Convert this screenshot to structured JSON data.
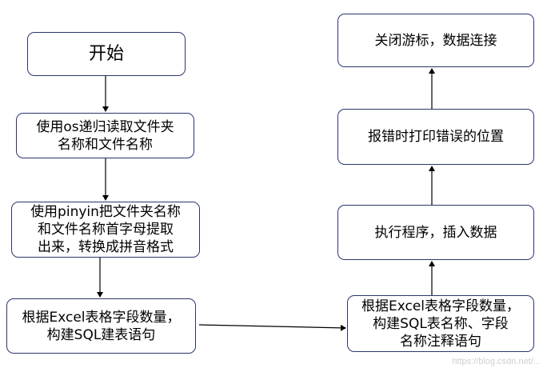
{
  "nodes": {
    "start": "开始",
    "read_files": "使用os递归读取文件夹\n名称和文件名称",
    "pinyin": "使用pinyin把文件夹名称\n和文件名称首字母提取\n出来，转换成拼音格式",
    "build_sql_table": "根据Excel表格字段数量，\n构建SQL建表语句",
    "build_sql_comment": "根据Excel表格字段数量，\n构建SQL表名称、字段\n名称注释语句",
    "execute": "执行程序，插入数据",
    "error_position": "报错时打印错误的位置",
    "close": "关闭游标，数据连接"
  },
  "colors": {
    "border": "#2b3670",
    "arrow": "#000000"
  },
  "watermark": "https://blog.csdn.net/..."
}
